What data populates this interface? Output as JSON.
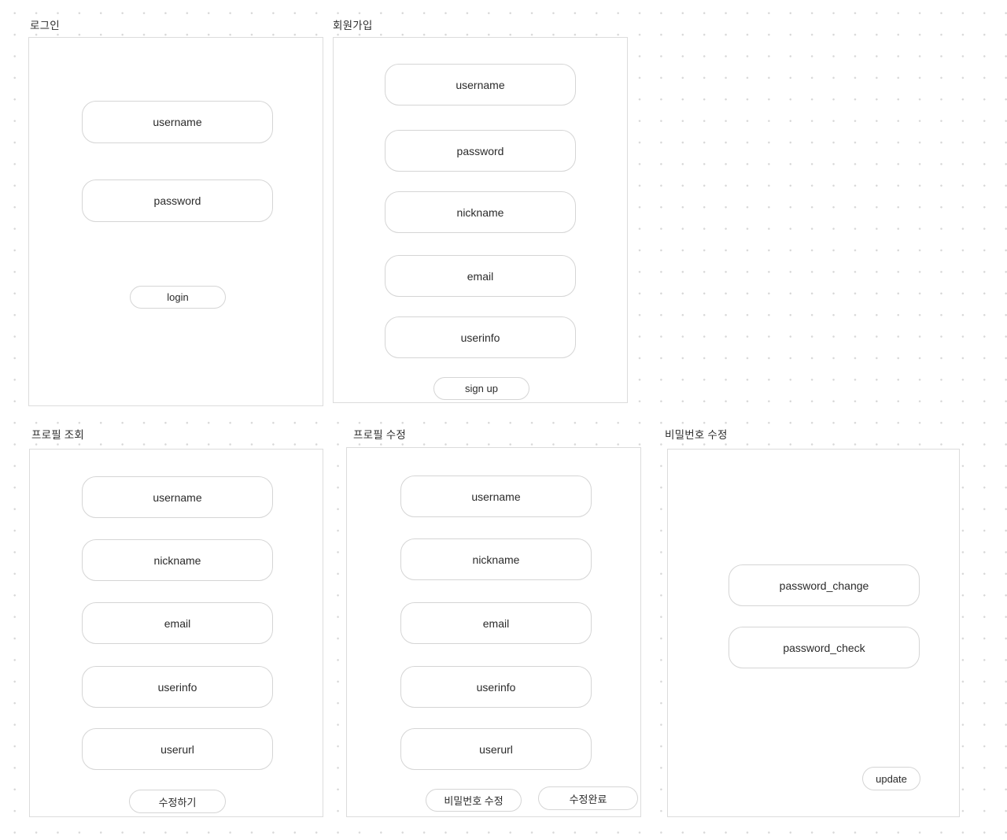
{
  "colors": {
    "canvas_background": "#ffffff",
    "dot_grid": "#d7d7d7",
    "frame_border": "#dcdcdc",
    "pill_border": "#d5d5d5",
    "text": "#2b2b2b"
  },
  "panels": [
    {
      "title": "로그인",
      "fields": [
        "username",
        "password"
      ],
      "buttons": [
        "login"
      ]
    },
    {
      "title": "회원가입",
      "fields": [
        "username",
        "password",
        "nickname",
        "email",
        "userinfo"
      ],
      "buttons": [
        "sign up"
      ]
    },
    {
      "title": "프로필 조회",
      "fields": [
        "username",
        "nickname",
        "email",
        "userinfo",
        "userurl"
      ],
      "buttons": [
        "수정하기"
      ]
    },
    {
      "title": "프로필 수정",
      "fields": [
        "username",
        "nickname",
        "email",
        "userinfo",
        "userurl"
      ],
      "buttons": [
        "비밀번호 수정",
        "수정완료"
      ]
    },
    {
      "title": "비밀번호 수정",
      "fields": [
        "password_change",
        "password_check"
      ],
      "buttons": [
        "update"
      ]
    }
  ]
}
